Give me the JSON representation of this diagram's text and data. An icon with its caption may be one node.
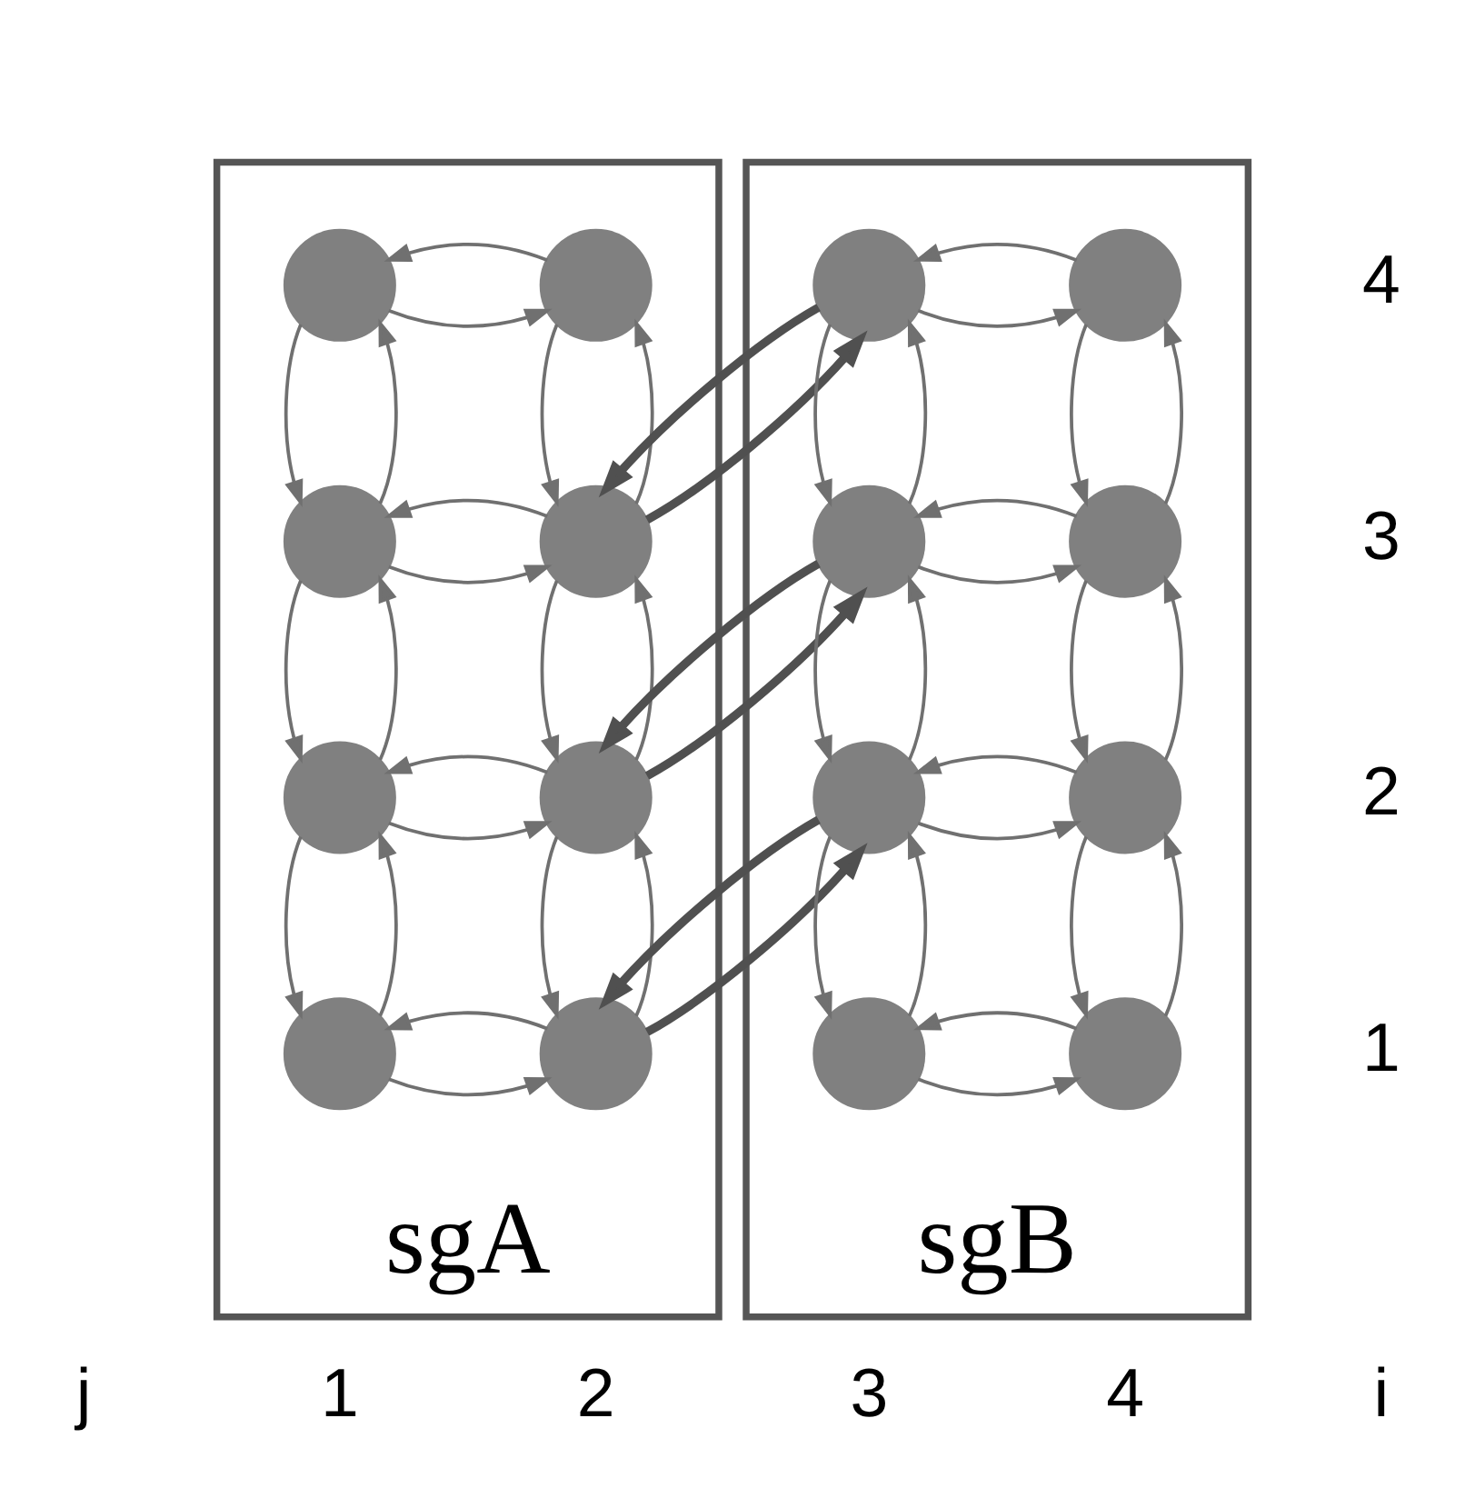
{
  "diagram": {
    "nodes": [
      {
        "text": [
          "sgA"
        ]
      },
      {
        "text": [],
        "shape": "circle",
        "in": 0
      },
      {
        "text": [],
        "shape": "circle",
        "in": 0
      },
      {
        "text": [],
        "shape": "circle",
        "in": 0
      },
      {
        "text": [],
        "shape": "circle",
        "in": 0
      },
      {
        "text": [],
        "shape": "circle",
        "in": 0
      },
      {
        "text": [],
        "shape": "circle",
        "in": 0
      },
      {
        "text": [],
        "shape": "circle",
        "in": 0
      },
      {
        "text": [],
        "shape": "circle",
        "in": 0
      },
      {
        "text": [
          "sgB"
        ]
      },
      {
        "text": [],
        "shape": "circle",
        "in": 9
      },
      {
        "text": [],
        "shape": "circle",
        "in": 9
      },
      {
        "text": [],
        "shape": "circle",
        "in": 9
      },
      {
        "text": [],
        "shape": "circle",
        "in": 9
      },
      {
        "text": [],
        "shape": "circle",
        "in": 9
      },
      {
        "text": [],
        "shape": "circle",
        "in": 9
      },
      {
        "text": [],
        "shape": "circle",
        "in": 9
      },
      {
        "text": [],
        "shape": "circle",
        "in": 9
      }
    ],
    "edges": [
      {
        "from": 1,
        "to": 2,
        "arrow": "to"
      },
      {
        "from": 2,
        "to": 1,
        "arrow": "to"
      },
      {
        "from": 1,
        "to": 3,
        "arrow": "to"
      },
      {
        "from": 3,
        "to": 1,
        "arrow": "to"
      },
      {
        "from": 2,
        "to": 4,
        "arrow": "to"
      },
      {
        "from": 4,
        "to": 2,
        "arrow": "to"
      },
      {
        "from": 3,
        "to": 4,
        "arrow": "to"
      },
      {
        "from": 4,
        "to": 3,
        "arrow": "to"
      },
      {
        "from": 3,
        "to": 5,
        "arrow": "to"
      },
      {
        "from": 5,
        "to": 3,
        "arrow": "to"
      },
      {
        "from": 4,
        "to": 6,
        "arrow": "to"
      },
      {
        "from": 6,
        "to": 4,
        "arrow": "to"
      },
      {
        "from": 5,
        "to": 6,
        "arrow": "to"
      },
      {
        "from": 6,
        "to": 5,
        "arrow": "to"
      },
      {
        "from": 5,
        "to": 7,
        "arrow": "to"
      },
      {
        "from": 7,
        "to": 5,
        "arrow": "to"
      },
      {
        "from": 6,
        "to": 8,
        "arrow": "to"
      },
      {
        "from": 8,
        "to": 6,
        "arrow": "to"
      },
      {
        "from": 7,
        "to": 8,
        "arrow": "to"
      },
      {
        "from": 8,
        "to": 7,
        "arrow": "to"
      },
      {
        "from": 10,
        "to": 11,
        "arrow": "to"
      },
      {
        "from": 11,
        "to": 10,
        "arrow": "to"
      },
      {
        "from": 10,
        "to": 12,
        "arrow": "to"
      },
      {
        "from": 12,
        "to": 10,
        "arrow": "to"
      },
      {
        "from": 11,
        "to": 13,
        "arrow": "to"
      },
      {
        "from": 13,
        "to": 11,
        "arrow": "to"
      },
      {
        "from": 12,
        "to": 13,
        "arrow": "to"
      },
      {
        "from": 13,
        "to": 12,
        "arrow": "to"
      },
      {
        "from": 12,
        "to": 14,
        "arrow": "to"
      },
      {
        "from": 14,
        "to": 12,
        "arrow": "to"
      },
      {
        "from": 13,
        "to": 15,
        "arrow": "to"
      },
      {
        "from": 15,
        "to": 13,
        "arrow": "to"
      },
      {
        "from": 14,
        "to": 15,
        "arrow": "to"
      },
      {
        "from": 15,
        "to": 14,
        "arrow": "to"
      },
      {
        "from": 14,
        "to": 16,
        "arrow": "to"
      },
      {
        "from": 16,
        "to": 14,
        "arrow": "to"
      },
      {
        "from": 15,
        "to": 17,
        "arrow": "to"
      },
      {
        "from": 17,
        "to": 15,
        "arrow": "to"
      },
      {
        "from": 16,
        "to": 17,
        "arrow": "to"
      },
      {
        "from": 17,
        "to": 16,
        "arrow": "to"
      },
      {
        "from": 10,
        "to": 4,
        "arrow": "to",
        "style": "thick"
      },
      {
        "from": 4,
        "to": 10,
        "arrow": "to",
        "style": "thick"
      },
      {
        "from": 12,
        "to": 6,
        "arrow": "to",
        "style": "thick"
      },
      {
        "from": 6,
        "to": 12,
        "arrow": "to",
        "style": "thick"
      },
      {
        "from": 14,
        "to": 8,
        "arrow": "to",
        "style": "thick"
      },
      {
        "from": 8,
        "to": 14,
        "arrow": "to",
        "style": "thick"
      }
    ],
    "labels": [
      "4",
      "3",
      "2",
      "1",
      "j",
      "1",
      "2",
      "3",
      "4",
      "i"
    ]
  }
}
